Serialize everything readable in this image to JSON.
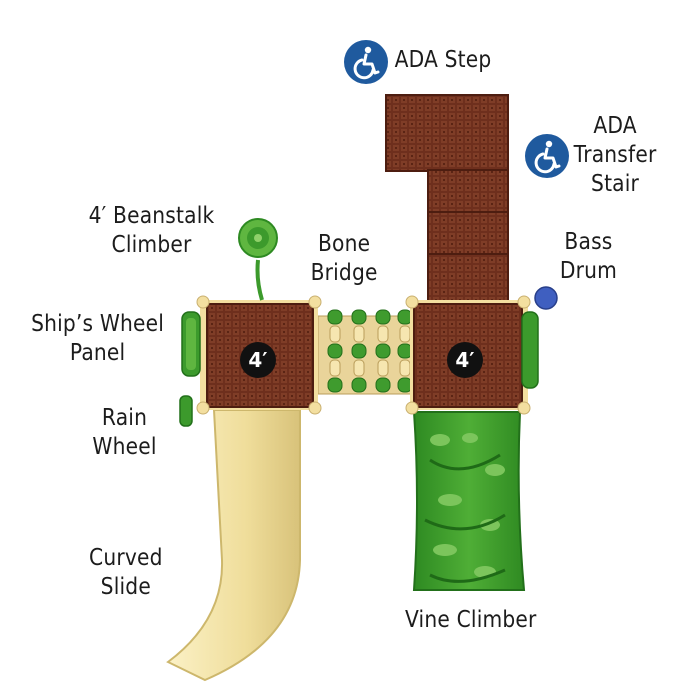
{
  "labels": {
    "ada_step": "ADA Step",
    "ada_transfer_stair": [
      "ADA",
      "Transfer",
      "Stair"
    ],
    "beanstalk_climber": [
      "4′ Beanstalk",
      "Climber"
    ],
    "bone_bridge": [
      "Bone",
      "Bridge"
    ],
    "bass_drum": [
      "Bass",
      "Drum"
    ],
    "ships_wheel_panel": [
      "Ship’s Wheel",
      "Panel"
    ],
    "rain_wheel": [
      "Rain",
      "Wheel"
    ],
    "curved_slide": [
      "Curved",
      "Slide"
    ],
    "vine_climber": "Vine Climber"
  },
  "decks": [
    {
      "height": "4′"
    },
    {
      "height": "4′"
    }
  ],
  "colors": {
    "deck_brown": "#6e2f1d",
    "deck_brown_light": "#8a4a32",
    "post_tan": "#f3dfa0",
    "green": "#3c9a2c",
    "green_light": "#78c257",
    "slide": "#f1e2a6",
    "ada_blue": "#1f5a9e",
    "drum_blue": "#3f5fc0"
  },
  "icons": [
    "wheelchair-icon",
    "wheelchair-icon"
  ]
}
